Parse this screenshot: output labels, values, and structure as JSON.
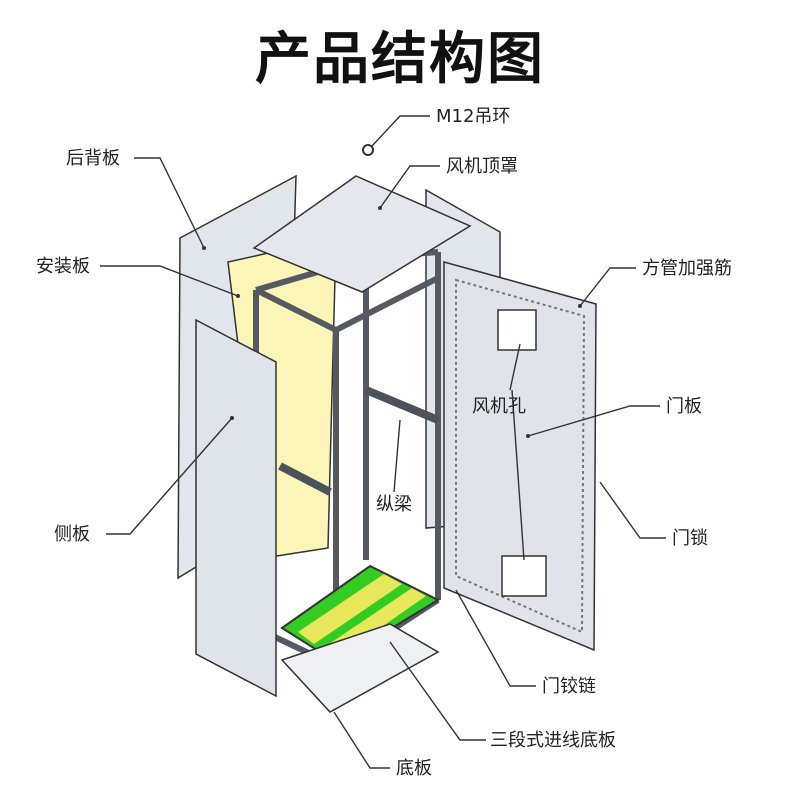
{
  "title": "产品结构图",
  "labels": {
    "m12_ring": "M12吊环",
    "fan_top_cover": "风机顶罩",
    "rear_panel": "后背板",
    "mounting_plate": "安装板",
    "square_tube_rib": "方管加强筋",
    "fan_hole": "风机孔",
    "door_panel": "门板",
    "longitudinal_beam": "纵梁",
    "side_panel": "侧板",
    "door_lock": "门锁",
    "door_hinge": "门铰链",
    "cable_entry_bottom_plate": "三段式进线底板",
    "bottom_plate": "底板"
  },
  "colors": {
    "panel": "#dfe3ea",
    "frame": "#555a62",
    "mounting_plate": "#fbf6b8",
    "bottom_green": "#33cc22",
    "bottom_yellow": "#e8e85a"
  }
}
